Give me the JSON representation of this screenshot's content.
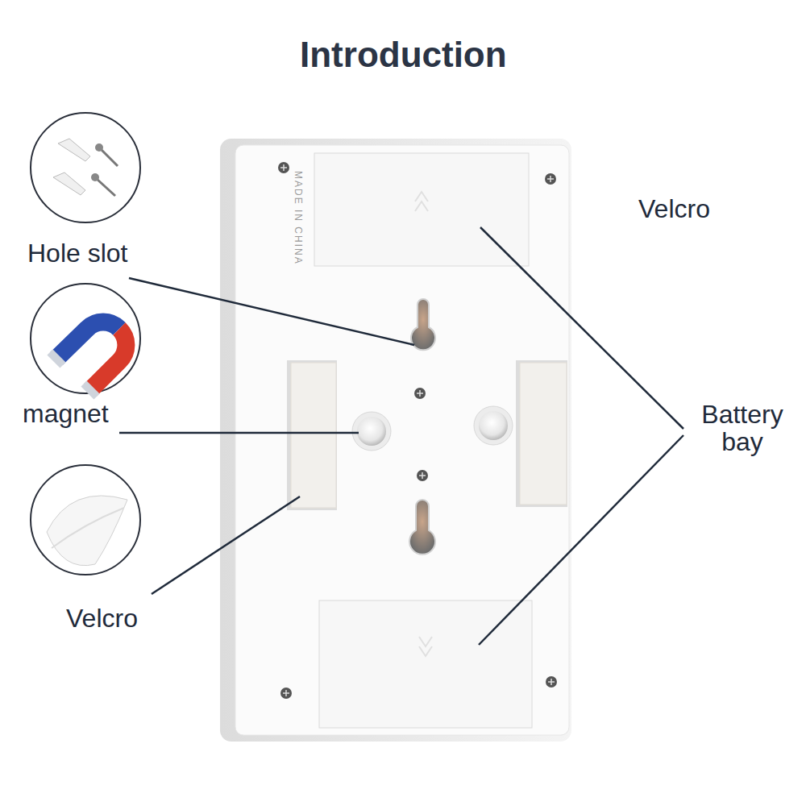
{
  "diagram": {
    "title": "Introduction",
    "labels": [
      "Velcro",
      "Hole slot",
      "magnet",
      "Battery bay",
      "Velcro",
      "MADE IN CHINA"
    ]
  }
}
